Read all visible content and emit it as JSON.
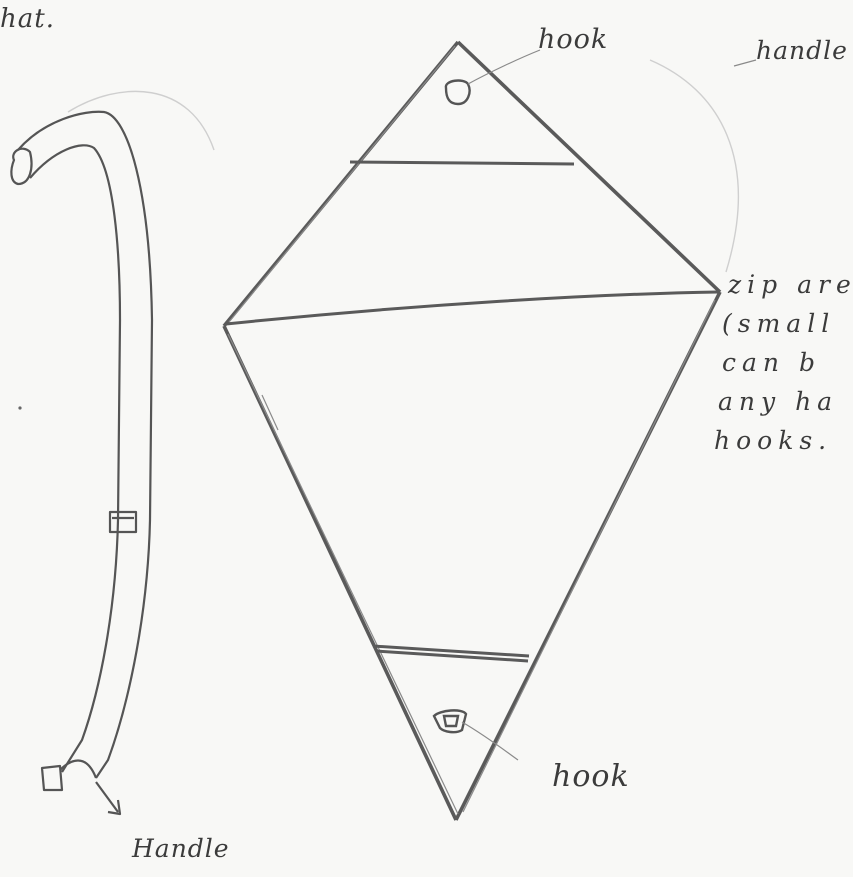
{
  "labels": {
    "hat": "hat.",
    "hook_top": "hook",
    "handle_right": "handle",
    "hook_bottom": "hook",
    "handle_left": "Handle"
  },
  "note_lines": [
    "zip are",
    "(small",
    "can    b",
    "any  ha",
    "hooks."
  ],
  "colors": {
    "paper": "#f8f8f6",
    "pencil": "#555555",
    "light_pencil": "#9a9a9a"
  }
}
